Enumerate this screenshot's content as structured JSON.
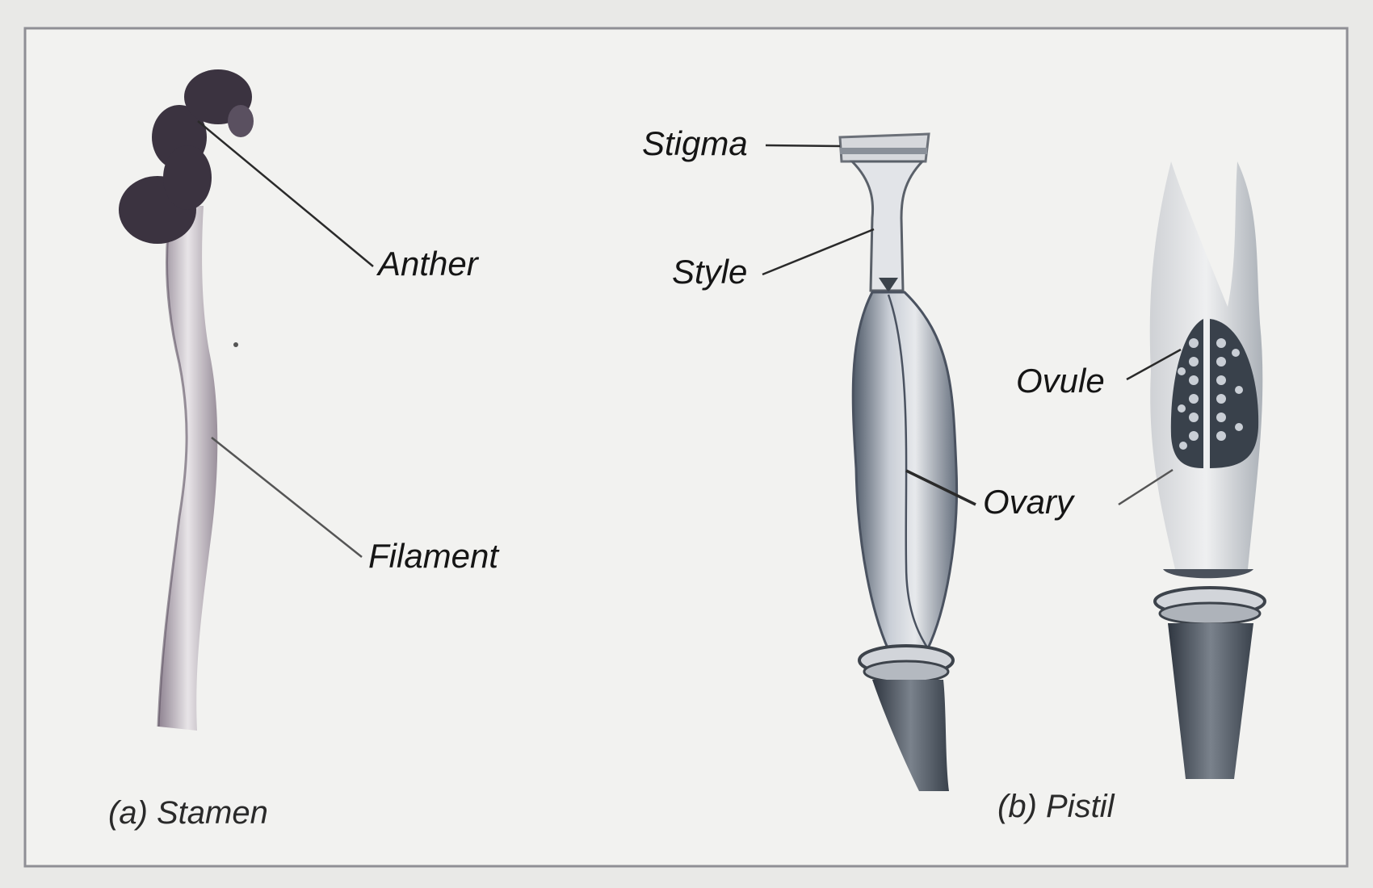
{
  "labels": {
    "anther": "Anther",
    "filament": "Filament",
    "stigma": "Stigma",
    "style": "Style",
    "ovule": "Ovule",
    "ovary": "Ovary"
  },
  "captions": {
    "stamen": "(a) Stamen",
    "pistil": "(b) Pistil"
  },
  "colors": {
    "background": "#e9e9e7",
    "ink": "#151515"
  }
}
